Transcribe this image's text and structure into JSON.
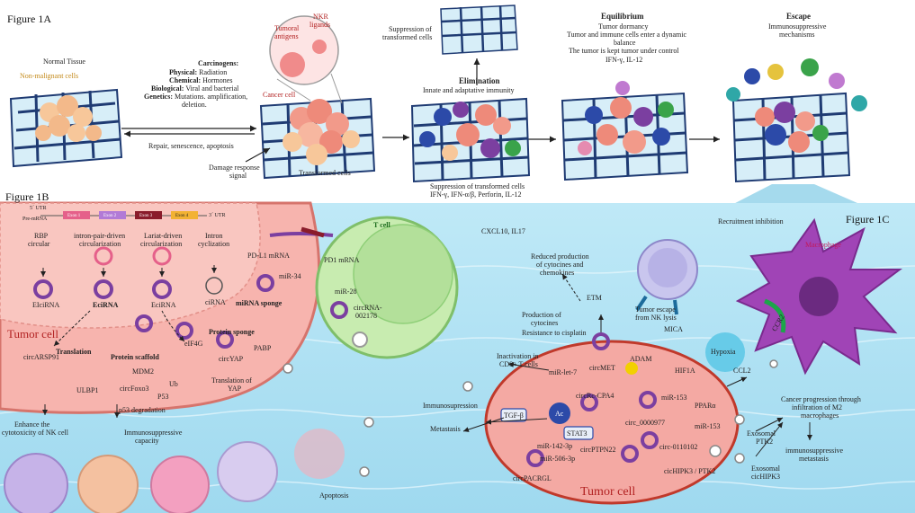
{
  "fig1a": {
    "title": "Figure 1A",
    "normal_tissue": "Normal Tissue",
    "non_malignant": "Non-malignant cells",
    "carcinogens": {
      "heading": "Carcinogens:",
      "physical_label": "Physical:",
      "physical": "Radiation",
      "chemical_label": "Chemical:",
      "chemical": "Hormones",
      "biological_label": "Biological:",
      "biological": "Viral and bacterial",
      "genetics_label": "Genetics:",
      "genetics1": "Mutations. amplification,",
      "genetics2": "deletion."
    },
    "repair": "Repair, senescence, apoptosis",
    "damage1": "Damage response",
    "damage2": "signal",
    "cancer_cell": "Cancer cell",
    "tumoral1": "Tumoral",
    "tumoral2": "antigens",
    "nkr1": "NKR",
    "nkr2": "ligands",
    "transformed": "Transformed cells",
    "suppression_top1": "Suppression of",
    "suppression_top2": "transformed cells",
    "elimination": "Elimination",
    "innate": "Innate and adaptative immunity",
    "suppression_bottom": "Suppression of transformed cells",
    "cytokines_bottom": "IFN-γ, IFN-α/β, Perforin, IL-12",
    "equilibrium": "Equilibrium",
    "eq1": "Tumor dormancy",
    "eq2": "Tumor and immune cells enter a dynamic",
    "eq3": "balance",
    "eq4": "The tumor is kept tumor under control",
    "eq5": "IFN-γ,  IL-12",
    "escape": "Escape",
    "esc1": "Immunosuppressive",
    "esc2": "mechanisms"
  },
  "fig1b": {
    "title": "Figure 1B",
    "utr5": "5´ UTR",
    "utr3": "3´ UTR",
    "premrna": "Pre-mRNA",
    "exons": [
      "Exon 1",
      "Exon 2",
      "Exon 3",
      "Exon 4"
    ],
    "rbp1": "RBP",
    "rbp2": "circular",
    "ip1": "intron-pair-driven",
    "ip2": "circularization",
    "lar1": "Lariat-driven",
    "lar2": "circularization",
    "int1": "Intron",
    "int2": "cyclization",
    "eicirna": "EIciRNA",
    "ecirna_bold": "EciRNA",
    "ecirna": "EciRNA",
    "cirna": "ciRNA",
    "tumor_cell": "Tumor cell",
    "translation": "Translation",
    "circarsp91": "circARSP91",
    "ulbp1": "ULBP1",
    "enhance1": "Enhance the",
    "enhance2": "cytotoxicity of NK cell",
    "protein_scaffold": "Protein scaffold",
    "mdm2": "MDM2",
    "circfoxo3": "circFoxo3",
    "p53": "P53",
    "ub": "Ub",
    "p53deg": "p53 degradation",
    "immuno1": "Immunosuppressive",
    "immuno2": "capacity",
    "eif4g": "eIF4G",
    "protein_sponge": "Protein sponge",
    "pabp": "PABP",
    "circyap": "circYAP",
    "transyap1": "Translation of",
    "transyap2": "YAP",
    "pdl1": "PD-L1 mRNA",
    "mir34": "miR-34",
    "mirna_sponge": "miRNA sponge",
    "tcell": "T cell",
    "pd1": "PD1 mRNA",
    "mir28": "miR-28",
    "circrna1": "circRNA-",
    "circrna2": "002178",
    "apoptosis": "Apoptosis"
  },
  "fig1c": {
    "title": "Figure 1C",
    "cxcl": "CXCL10, IL17",
    "reduced1": "Reduced production",
    "reduced2": "of cytocines and",
    "reduced3": "chemokines",
    "recruit": "Recruitment inhibition",
    "etm": "ETM",
    "prod1": "Production of",
    "prod2": "cytocines",
    "resist": "Resistance to cisplatin",
    "escape_nk1": "Tumor escape",
    "escape_nk2": "from NK lysis",
    "mica": "MICA",
    "hypoxia": "Hypoxia",
    "macrophage": "Macrophage",
    "ccr2": "CCR2",
    "ccl2": "CCL2",
    "inact1": "Inactivation in",
    "inact2": "CD8+ T cells",
    "mirlet7": "miR-let-7",
    "circmet": "circMET",
    "adam": "ADAM",
    "hif1a": "HIF1A",
    "mir153a": "miR-153",
    "circcpa4": "circRc-CPA4",
    "immunosup": "Immunosupression",
    "metastasis": "Metastasis",
    "tgfb": "TGF-β",
    "ac": "Ac",
    "stat3": "STAT3",
    "circptpn22": "circPTPN22",
    "circ0000977": "circ_0000977",
    "ppara": "PPARα",
    "mir153b": "miR-153",
    "circ0110102": "circ-0110102",
    "mir142": "miR-142-3p",
    "mir506": "miR-506-3p",
    "circpacrgl": "circPACRGL",
    "cichipk3": "cicHIPK3 / PTK2",
    "tumor_cell": "Tumor cell",
    "exo_ptk1": "Exosomal",
    "exo_ptk2": "PTK2",
    "exo_hipk1": "Exosomal",
    "exo_hipk2": "cicHIPK3",
    "cancer_prog1": "Cancer progression through",
    "cancer_prog2": "infiltration of  M2",
    "cancer_prog3": "macrophages",
    "immmet1": "immunosuppressive",
    "immmet2": "metastasis"
  }
}
